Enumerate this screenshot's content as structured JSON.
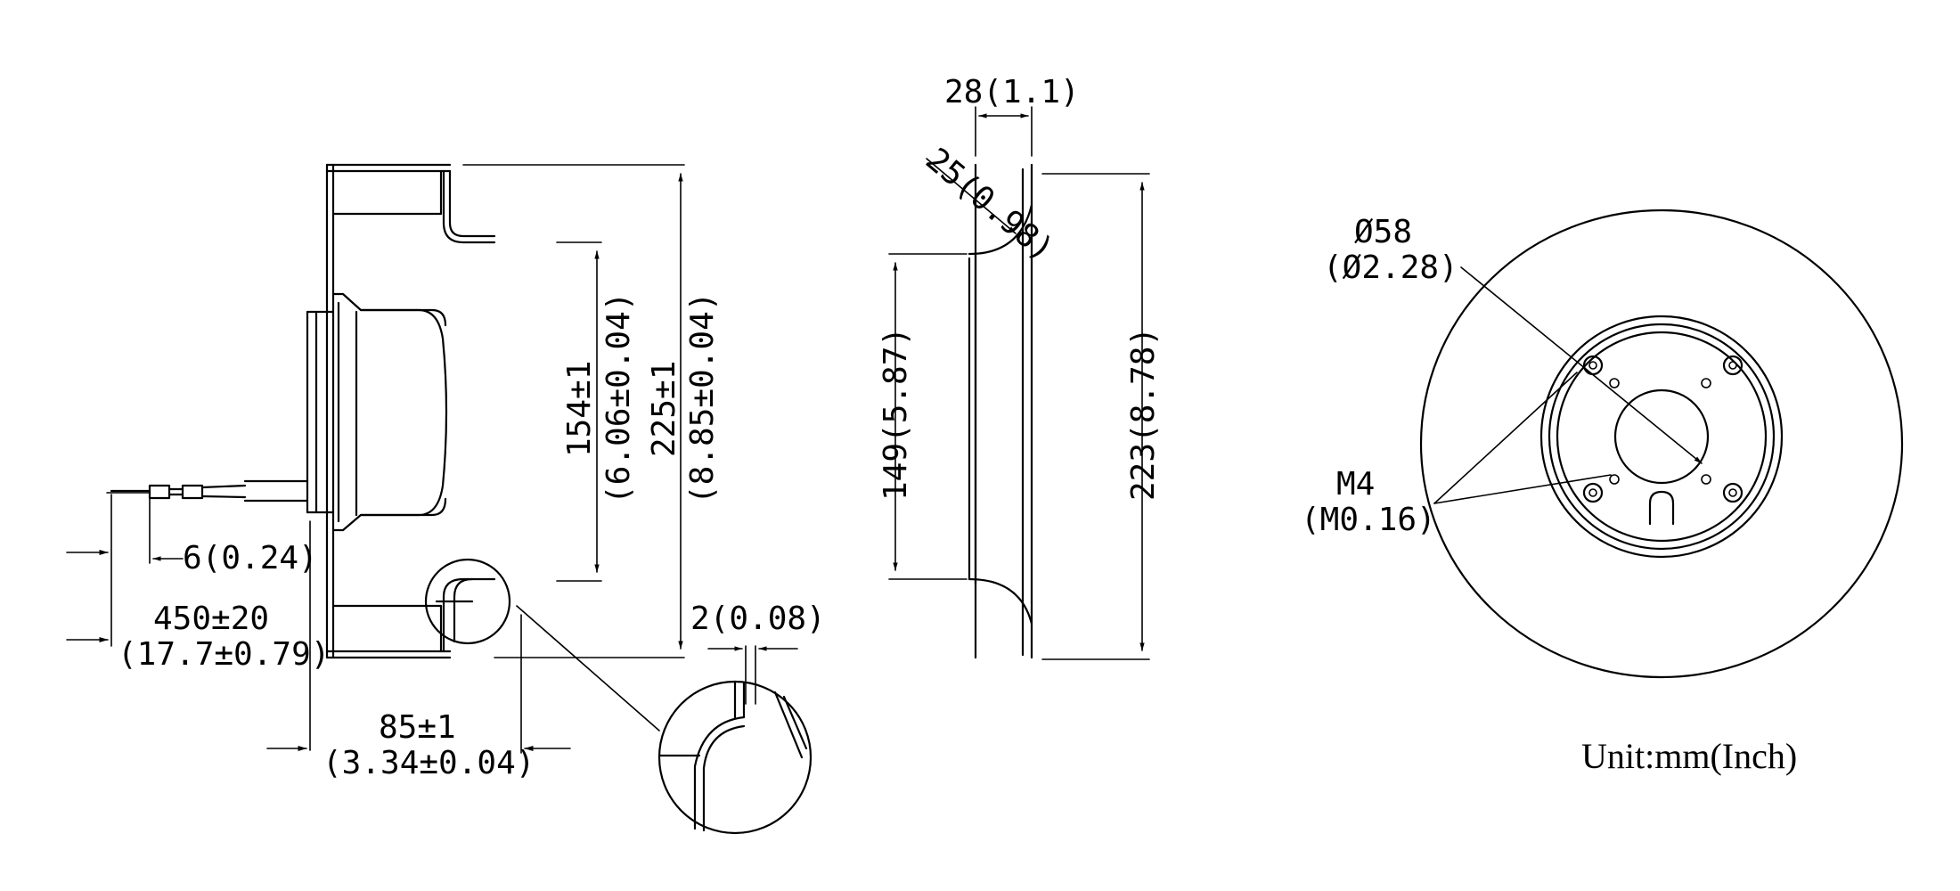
{
  "drawing": {
    "left_view": {
      "cable_strip": "6(0.24)",
      "cable_length": "450±20",
      "cable_length_in": "(17.7±0.79)",
      "hub_height": "154±1",
      "hub_height_in": "(6.06±0.04)",
      "overall_height": "225±1",
      "overall_height_in": "(8.85±0.04)",
      "depth": "85±1",
      "depth_in": "(3.34±0.04)",
      "plate": "2(0.08)"
    },
    "middle_view": {
      "width": "28(1.1)",
      "radius": "25(0.98)",
      "inlet": "149(5.87)",
      "outer": "223(8.78)"
    },
    "right_view": {
      "bolt_circle": "Ø58",
      "bolt_circle_in": "(Ø2.28)",
      "thread": "M4",
      "thread_in": "(M0.16)"
    },
    "unit_note": "Unit:mm(Inch)"
  }
}
